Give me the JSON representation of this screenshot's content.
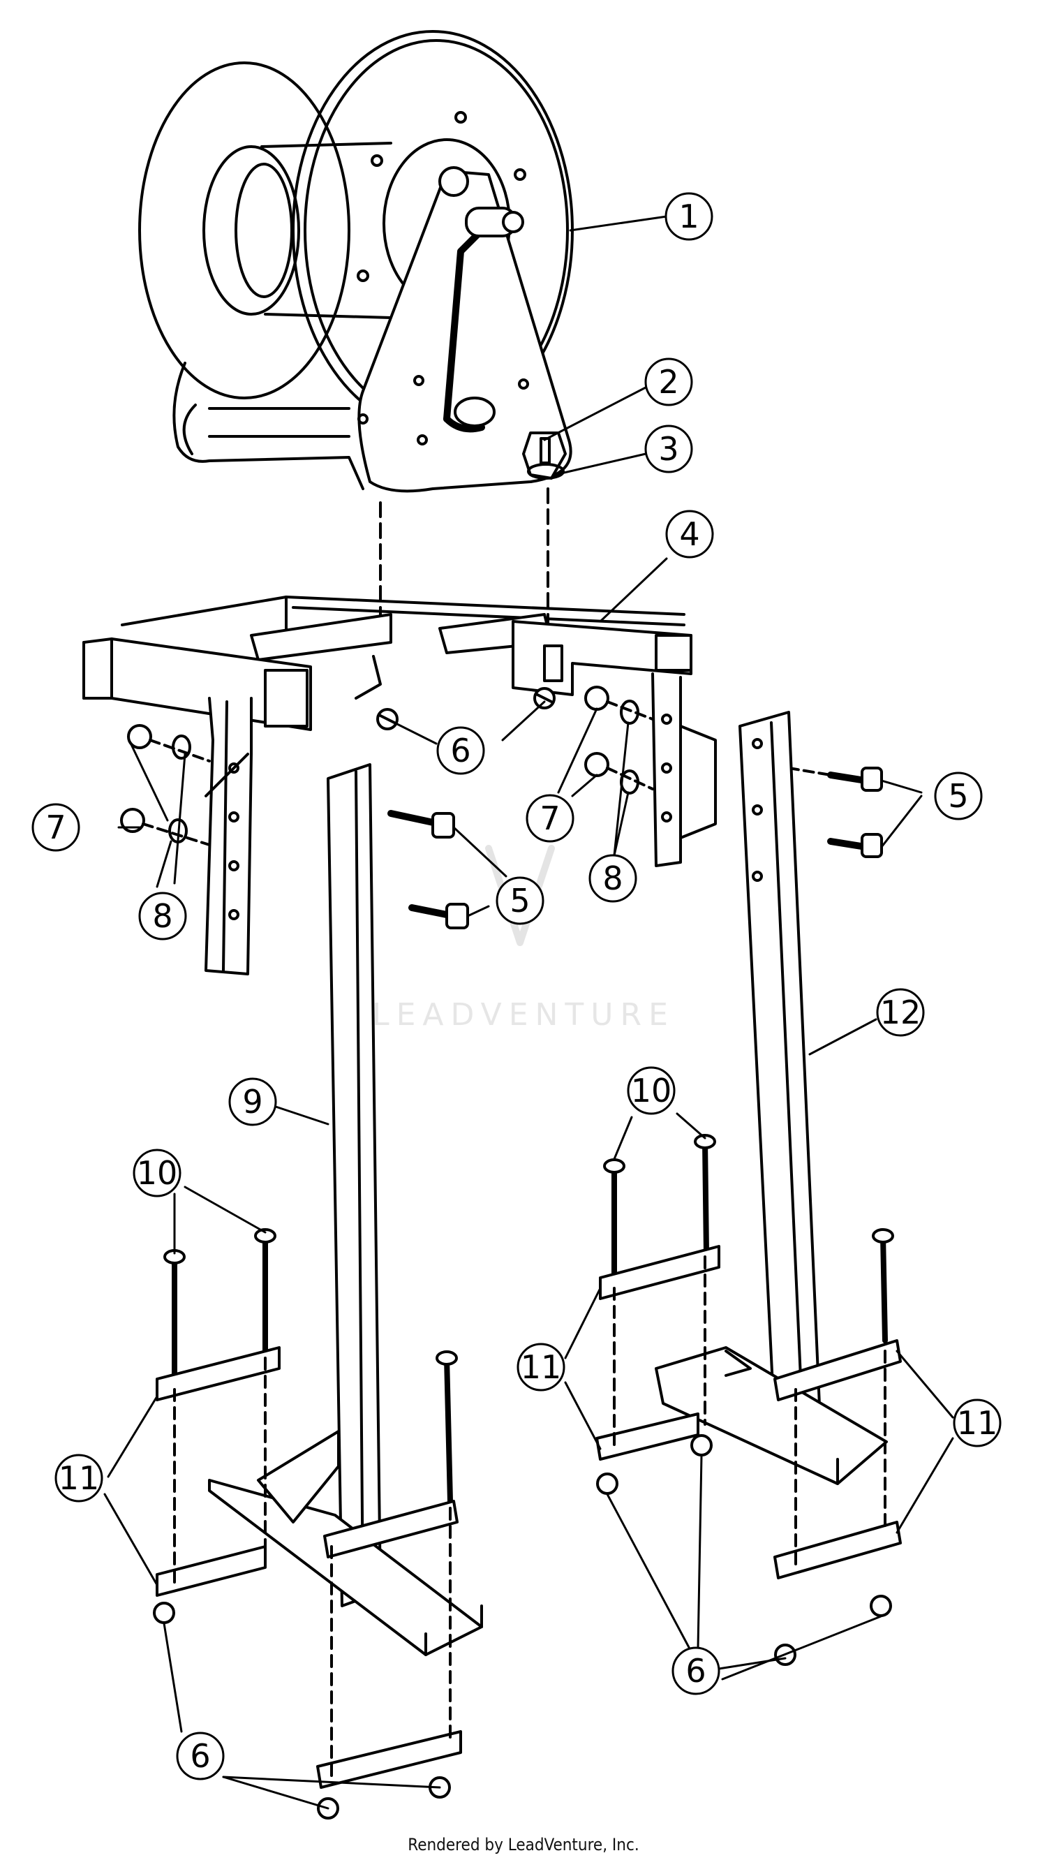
{
  "watermark": {
    "text": "LEADVENTURE",
    "icon": "leadventure-logo-icon"
  },
  "credit": "Rendered by LeadVenture, Inc.",
  "callouts": [
    {
      "id": "c1a",
      "label": "1"
    },
    {
      "id": "c2a",
      "label": "2"
    },
    {
      "id": "c3a",
      "label": "3"
    },
    {
      "id": "c4a",
      "label": "4"
    },
    {
      "id": "c5a",
      "label": "5"
    },
    {
      "id": "c5b",
      "label": "5"
    },
    {
      "id": "c6a",
      "label": "6"
    },
    {
      "id": "c6b",
      "label": "6"
    },
    {
      "id": "c6c",
      "label": "6"
    },
    {
      "id": "c7a",
      "label": "7"
    },
    {
      "id": "c7b",
      "label": "7"
    },
    {
      "id": "c8a",
      "label": "8"
    },
    {
      "id": "c8b",
      "label": "8"
    },
    {
      "id": "c9a",
      "label": "9"
    },
    {
      "id": "c10a",
      "label": "10"
    },
    {
      "id": "c10b",
      "label": "10"
    },
    {
      "id": "c11a",
      "label": "11"
    },
    {
      "id": "c11b",
      "label": "11"
    },
    {
      "id": "c11c",
      "label": "11"
    },
    {
      "id": "c12a",
      "label": "12"
    }
  ]
}
